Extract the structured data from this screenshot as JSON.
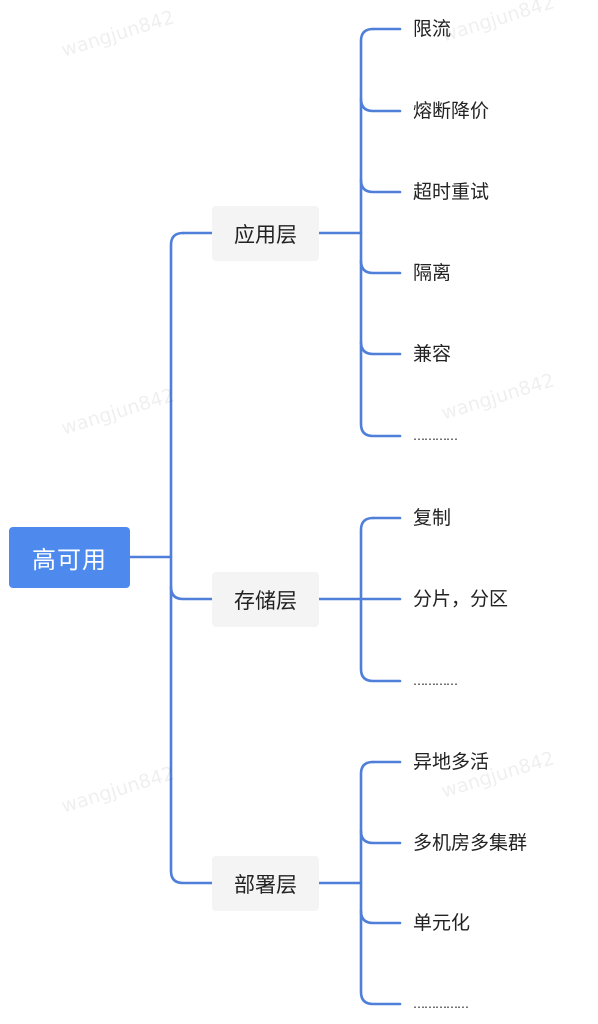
{
  "root": {
    "label": "高可用"
  },
  "layers": [
    {
      "label": "应用层",
      "items": [
        "限流",
        "熔断降价",
        "超时重试",
        "隔离",
        "兼容",
        "…………"
      ]
    },
    {
      "label": "存储层",
      "items": [
        "复制",
        "分片，分区",
        "…………"
      ]
    },
    {
      "label": "部署层",
      "items": [
        "异地多活",
        "多机房多集群",
        "单元化",
        "……………"
      ]
    }
  ],
  "watermark": "wangjun842",
  "colors": {
    "root_fill": "#4e8aee",
    "connector": "#4f7fd9",
    "category_fill": "#f4f4f5"
  }
}
